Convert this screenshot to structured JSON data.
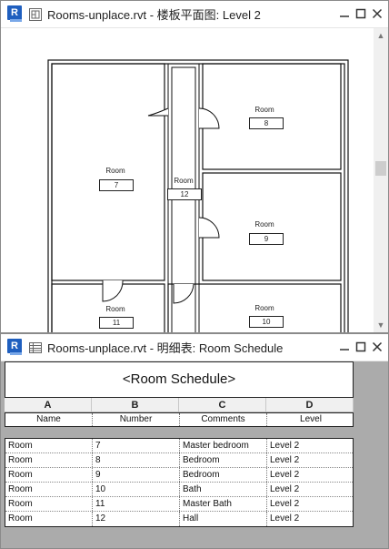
{
  "plan_window": {
    "title": "Rooms-unplace.rvt - 楼板平面图: Level 2",
    "app_icon_letter": "R",
    "rooms": [
      {
        "name": "Room",
        "number": "8"
      },
      {
        "name": "Room",
        "number": "7"
      },
      {
        "name": "Room",
        "number": "12"
      },
      {
        "name": "Room",
        "number": "9"
      },
      {
        "name": "Room",
        "number": "11"
      },
      {
        "name": "Room",
        "number": "10"
      }
    ]
  },
  "schedule_window": {
    "title": "Rooms-unplace.rvt - 明细表: Room Schedule",
    "app_icon_letter": "R",
    "sheet_title": "<Room Schedule>",
    "column_letters": [
      "A",
      "B",
      "C",
      "D"
    ],
    "column_headers": [
      "Name",
      "Number",
      "Comments",
      "Level"
    ],
    "rows": [
      [
        "Room",
        "7",
        "Master bedroom",
        "Level 2"
      ],
      [
        "Room",
        "8",
        "Bedroom",
        "Level 2"
      ],
      [
        "Room",
        "9",
        "Bedroom",
        "Level 2"
      ],
      [
        "Room",
        "10",
        "Bath",
        "Level 2"
      ],
      [
        "Room",
        "11",
        "Master Bath",
        "Level 2"
      ],
      [
        "Room",
        "12",
        "Hall",
        "Level 2"
      ]
    ]
  },
  "colors": {
    "accent": "#1f5fbf",
    "background": "#ababab"
  }
}
